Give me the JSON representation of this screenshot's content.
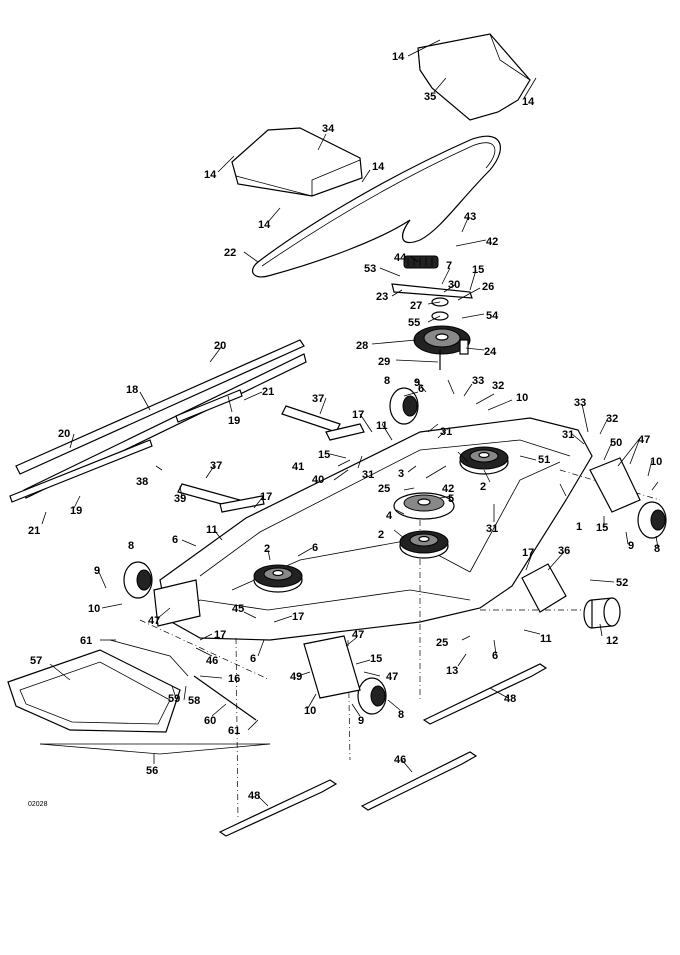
{
  "diagram_code": "02028",
  "callouts": [
    "1",
    "2",
    "3",
    "4",
    "5",
    "6",
    "7",
    "8",
    "9",
    "10",
    "11",
    "12",
    "13",
    "14",
    "15",
    "16",
    "17",
    "18",
    "19",
    "20",
    "21",
    "22",
    "23",
    "24",
    "25",
    "26",
    "27",
    "28",
    "29",
    "30",
    "31",
    "32",
    "33",
    "34",
    "35",
    "36",
    "37",
    "38",
    "39",
    "40",
    "41",
    "42",
    "43",
    "44",
    "45",
    "46",
    "47",
    "48",
    "49",
    "50",
    "51",
    "52",
    "53",
    "54",
    "55",
    "56",
    "57",
    "58",
    "59",
    "60",
    "61"
  ]
}
